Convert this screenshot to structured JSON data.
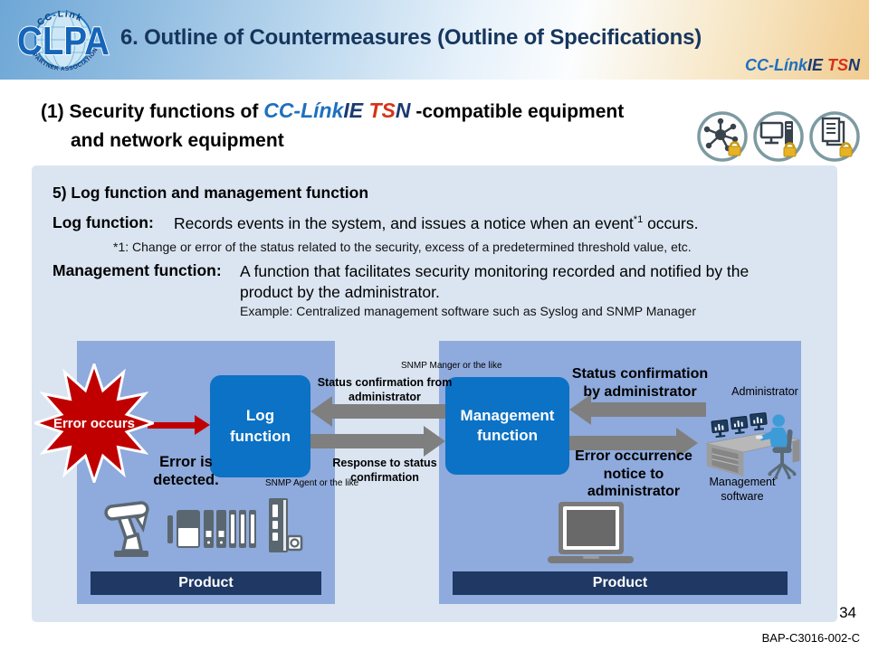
{
  "header": {
    "title": "6. Outline of Countermeasures (Outline of Specifications)",
    "clpa_logo": {
      "letters": "CLPA",
      "arc_top": "CC-Link",
      "arc_bottom": "PARTNER ASSOCIATION"
    }
  },
  "brand": {
    "cc": "CC-Línk",
    "ie": "IE",
    "ts": "TS",
    "n": "N"
  },
  "subtitle": {
    "prefix": "(1) Security functions of",
    "suffix": "-compatible equipment",
    "line2": "and network equipment"
  },
  "body": {
    "heading": "5) Log function and management function",
    "log_label": "Log function:",
    "log_text": "Records events in the system, and issues a notice when an event",
    "log_sup": "*1",
    "log_tail": " occurs.",
    "footnote": "*1: Change or error of the status related to the security, excess of a predetermined threshold value, etc.",
    "mgmt_label": "Management function:",
    "mgmt_text": "A function that facilitates security monitoring recorded and notified by the product by the administrator.",
    "example": "Example: Centralized management software such as Syslog and SNMP Manager"
  },
  "diagram": {
    "error_burst": "Error occurs",
    "error_detected": "Error is detected.",
    "log_box": "Log function",
    "mgmt_box": "Management function",
    "snmp_manager_note": "SNMP Manger or the like",
    "snmp_agent_note": "SNMP Agent or the like",
    "arrow_from_admin": "Status confirmation from administrator",
    "arrow_response": "Response to status confirmation",
    "arrow_by_admin": "Status confirmation by administrator",
    "arrow_error_notice": "Error occurrence notice to administrator",
    "administrator_label": "Administrator",
    "mgmt_software_label": "Management software",
    "product_left": "Product",
    "product_right": "Product"
  },
  "footer": {
    "page_number": "34",
    "document_code": "BAP-C3016-002-C"
  },
  "colors": {
    "title_navy": "#17365d",
    "panel_bg": "#dbe5f1",
    "product_box_blue": "#8faadc",
    "function_box_blue": "#0b72c5",
    "navy_bar": "#1f3864",
    "arrow_gray": "#7f7f7f",
    "error_red": "#c00000",
    "brand_blue": "#1d70c0",
    "brand_navy": "#1b3a70",
    "brand_red": "#d63318",
    "lock_gold": "#e8b225"
  }
}
